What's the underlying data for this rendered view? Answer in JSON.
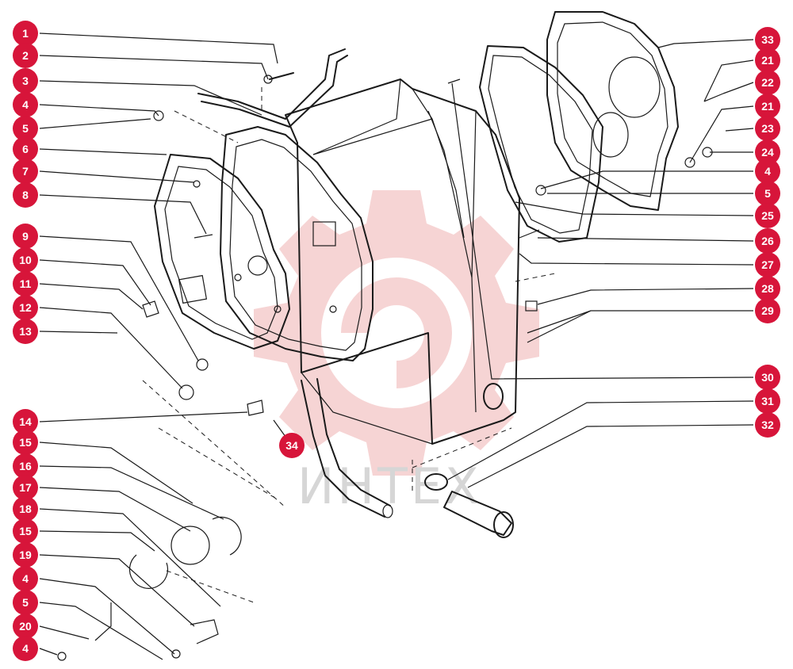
{
  "watermark": {
    "text": "ИНТЕХ",
    "gear_color": "#f3c6c6",
    "text_color": "#d6d6d6"
  },
  "callout_color": "#d7153a",
  "callouts": [
    {
      "id": "c1",
      "label": "1",
      "side": "left"
    },
    {
      "id": "c2",
      "label": "2",
      "side": "left"
    },
    {
      "id": "c3",
      "label": "3",
      "side": "left"
    },
    {
      "id": "c4a",
      "label": "4",
      "side": "left"
    },
    {
      "id": "c5a",
      "label": "5",
      "side": "left"
    },
    {
      "id": "c6",
      "label": "6",
      "side": "left"
    },
    {
      "id": "c7",
      "label": "7",
      "side": "left"
    },
    {
      "id": "c8",
      "label": "8",
      "side": "left"
    },
    {
      "id": "c9",
      "label": "9",
      "side": "left"
    },
    {
      "id": "c10",
      "label": "10",
      "side": "left"
    },
    {
      "id": "c11",
      "label": "11",
      "side": "left"
    },
    {
      "id": "c12",
      "label": "12",
      "side": "left"
    },
    {
      "id": "c13",
      "label": "13",
      "side": "left"
    },
    {
      "id": "c14",
      "label": "14",
      "side": "left"
    },
    {
      "id": "c15a",
      "label": "15",
      "side": "left"
    },
    {
      "id": "c16",
      "label": "16",
      "side": "left"
    },
    {
      "id": "c17",
      "label": "17",
      "side": "left"
    },
    {
      "id": "c18",
      "label": "18",
      "side": "left"
    },
    {
      "id": "c15b",
      "label": "15",
      "side": "left"
    },
    {
      "id": "c19",
      "label": "19",
      "side": "left"
    },
    {
      "id": "c4b",
      "label": "4",
      "side": "left"
    },
    {
      "id": "c5b",
      "label": "5",
      "side": "left"
    },
    {
      "id": "c20",
      "label": "20",
      "side": "left"
    },
    {
      "id": "c4c",
      "label": "4",
      "side": "left"
    },
    {
      "id": "c34",
      "label": "34",
      "side": "center"
    },
    {
      "id": "c33",
      "label": "33",
      "side": "right"
    },
    {
      "id": "c21a",
      "label": "21",
      "side": "right"
    },
    {
      "id": "c22",
      "label": "22",
      "side": "right"
    },
    {
      "id": "c21b",
      "label": "21",
      "side": "right"
    },
    {
      "id": "c23",
      "label": "23",
      "side": "right"
    },
    {
      "id": "c24",
      "label": "24",
      "side": "right"
    },
    {
      "id": "c4d",
      "label": "4",
      "side": "right"
    },
    {
      "id": "c5c",
      "label": "5",
      "side": "right"
    },
    {
      "id": "c25",
      "label": "25",
      "side": "right"
    },
    {
      "id": "c26",
      "label": "26",
      "side": "right"
    },
    {
      "id": "c27",
      "label": "27",
      "side": "right"
    },
    {
      "id": "c28",
      "label": "28",
      "side": "right"
    },
    {
      "id": "c29",
      "label": "29",
      "side": "right"
    },
    {
      "id": "c30",
      "label": "30",
      "side": "right"
    },
    {
      "id": "c31",
      "label": "31",
      "side": "right"
    },
    {
      "id": "c32",
      "label": "32",
      "side": "right"
    }
  ]
}
